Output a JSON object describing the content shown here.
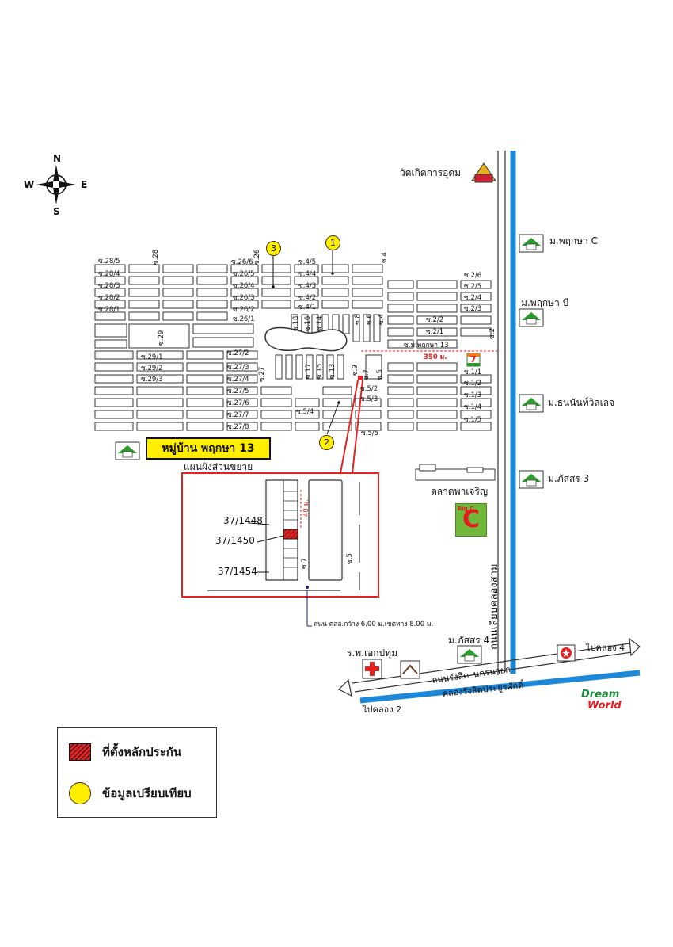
{
  "compass": {
    "n": "N",
    "s": "S",
    "e": "E",
    "w": "W"
  },
  "landmarks": {
    "temple": "วัดเกิดการอุดม",
    "village_c": "ม.พฤกษา C",
    "village_b": "ม.พฤกษา บี",
    "village_thanan": "ม.ธนนันท์วิลเลจ",
    "village_phatsorn3": "ม.ภัสสร 3",
    "market": "ตลาดพาเจริญ",
    "village_phatsorn4": "ม.ภัสสร 4",
    "hospital": "ร.พ.เอกปทุม",
    "road_main_vertical": "ถนนเลียบคลองสาม",
    "road_rangsit": "ถนนรังสิต–นครนายก",
    "canal_rangsit": "คลองรังสิตประยูรศักดิ์",
    "to_klong4": "ไปคลอง 4",
    "to_klong2": "ไปคลอง 2",
    "dreamworld_1": "Dream",
    "dreamworld_2": "World",
    "bigc": "Big C",
    "seven_eleven": "7"
  },
  "village_title": "หมู่บ้าน พฤกษา 13",
  "inset_title": "แผนผังส่วนขยาย",
  "distance_350": "350 ม.",
  "soi_main": "ซ.ม.พฤกษา 13",
  "sois": {
    "s28_5": "ซ.28/5",
    "s28_4": "ซ.28/4",
    "s28_3": "ซ.28/3",
    "s28_2": "ซ.28/2",
    "s28_1": "ซ.28/1",
    "s28": "ซ.28",
    "s26": "ซ.26",
    "s26_6": "ซ.26/6",
    "s26_5": "ซ.26/5",
    "s26_4": "ซ.26/4",
    "s26_3": "ซ.26/3",
    "s26_2": "ซ.26/2",
    "s26_1": "ซ.26/1",
    "s4_5": "ซ.4/5",
    "s4_4": "ซ.4/4",
    "s4_3": "ซ.4/3",
    "s4_2": "ซ.4/2",
    "s4_1": "ซ.4/1",
    "s4": "ซ.4",
    "s2_6": "ซ.2/6",
    "s2_5": "ซ.2/5",
    "s2_4": "ซ.2/4",
    "s2_3": "ซ.2/3",
    "s2_2": "ซ.2/2",
    "s2_1": "ซ.2/1",
    "s2": "ซ.2",
    "s29": "ซ.29",
    "s29_1": "ซ.29/1",
    "s29_2": "ซ.29/2",
    "s29_3": "ซ.29/3",
    "s27": "ซ.27",
    "s27_2": "ซ.27/2",
    "s27_3": "ซ.27/3",
    "s27_4": "ซ.27/4",
    "s27_5": "ซ.27/5",
    "s27_6": "ซ.27/6",
    "s27_7": "ซ.27/7",
    "s27_8": "ซ.27/8",
    "s18": "ซ.18",
    "s16": "ซ.16",
    "s14": "ซ.14",
    "s8": "ซ.8",
    "s6": "ซ.6",
    "s17": "ซ.17",
    "s15": "ซ.15",
    "s13": "ซ.13",
    "s9": "ซ.9",
    "s7": "ซ.7",
    "s5": "ซ.5",
    "s5_2": "ซ.5/2",
    "s5_3": "ซ.5/3",
    "s5_4": "ซ.5/4",
    "s5_5": "ซ.5/5",
    "s1_1": "ซ.1/1",
    "s1_2": "ซ.1/2",
    "s1_3": "ซ.1/3",
    "s1_4": "ซ.1/4",
    "s1_5": "ซ.1/5"
  },
  "markers": {
    "one": "1",
    "two": "2",
    "three": "3"
  },
  "inset": {
    "lot_1448": "37/1448",
    "lot_1450": "37/1450",
    "lot_1454": "37/1454",
    "distance_40": "40 ม.",
    "soi7": "ซ.7",
    "soi5": "ซ.5",
    "road_note": "ถนน คสล.กว้าง 6.00 ม.เขตทาง 8.00 ม."
  },
  "legend": {
    "collateral": "ที่ตั้งหลักประกัน",
    "comparison": "ข้อมูลเปรียบเทียบ"
  },
  "colors": {
    "canal": "#1e88d8",
    "highlight": "#e42222",
    "marker": "#ffee00",
    "road": "#444444"
  }
}
